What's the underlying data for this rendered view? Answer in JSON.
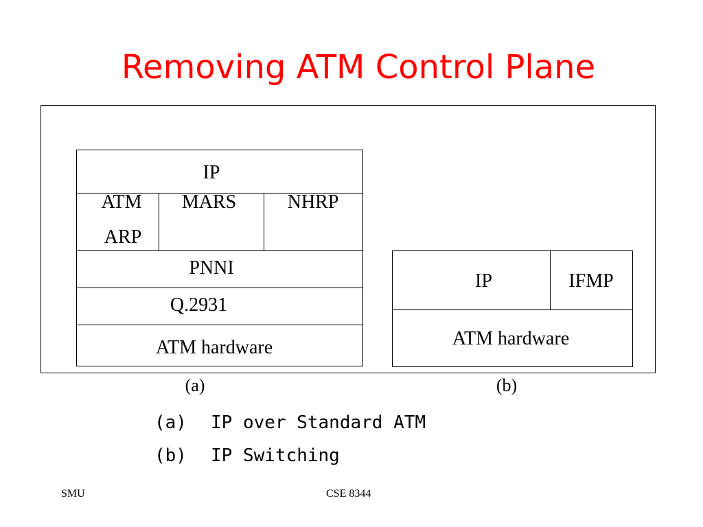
{
  "slide": {
    "title": "Removing ATM Control Plane",
    "title_color": "#ff0000"
  },
  "diagram_a": {
    "ip": "IP",
    "atm_arp_line1": "ATM",
    "atm_arp_line2": "ARP",
    "mars": "MARS",
    "nhrp": "NHRP",
    "pnni": "PNNI",
    "q2931": "Q.2931",
    "atm_hardware": "ATM hardware",
    "caption": "(a)"
  },
  "diagram_b": {
    "ip": "IP",
    "ifmp": "IFMP",
    "atm_hardware": "ATM hardware",
    "caption": "(b)"
  },
  "legend": [
    {
      "tag": "(a)",
      "text": "IP over Standard ATM"
    },
    {
      "tag": "(b)",
      "text": "IP Switching"
    }
  ],
  "footer": {
    "left": "SMU",
    "center": "CSE 8344"
  }
}
